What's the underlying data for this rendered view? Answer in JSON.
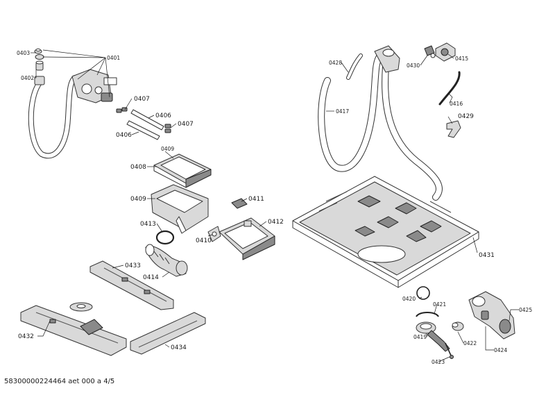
{
  "labels": {
    "l0401": "0401",
    "l0402": "0402",
    "l0403": "0403",
    "l0406a": "0406",
    "l0406b": "0406",
    "l0407a": "0407",
    "l0407b": "0407",
    "l0408": "0408",
    "l0409a": "0409",
    "l0409b": "0409",
    "l0410": "0410",
    "l0411": "0411",
    "l0412": "0412",
    "l0413": "0413",
    "l0414": "0414",
    "l0415": "0415",
    "l0416": "0416",
    "l0417": "0417",
    "l0419": "0419",
    "l0420": "0420",
    "l0421": "0421",
    "l0422": "0422",
    "l0423": "0423",
    "l0424": "0424",
    "l0425": "0425",
    "l0428": "0428",
    "l0429": "0429",
    "l0430": "0430",
    "l0431": "0431",
    "l0432": "0432",
    "l0433": "0433",
    "l0434": "0434"
  },
  "footer": {
    "document_id": "58300000224464 aet 000 a 4/5"
  }
}
